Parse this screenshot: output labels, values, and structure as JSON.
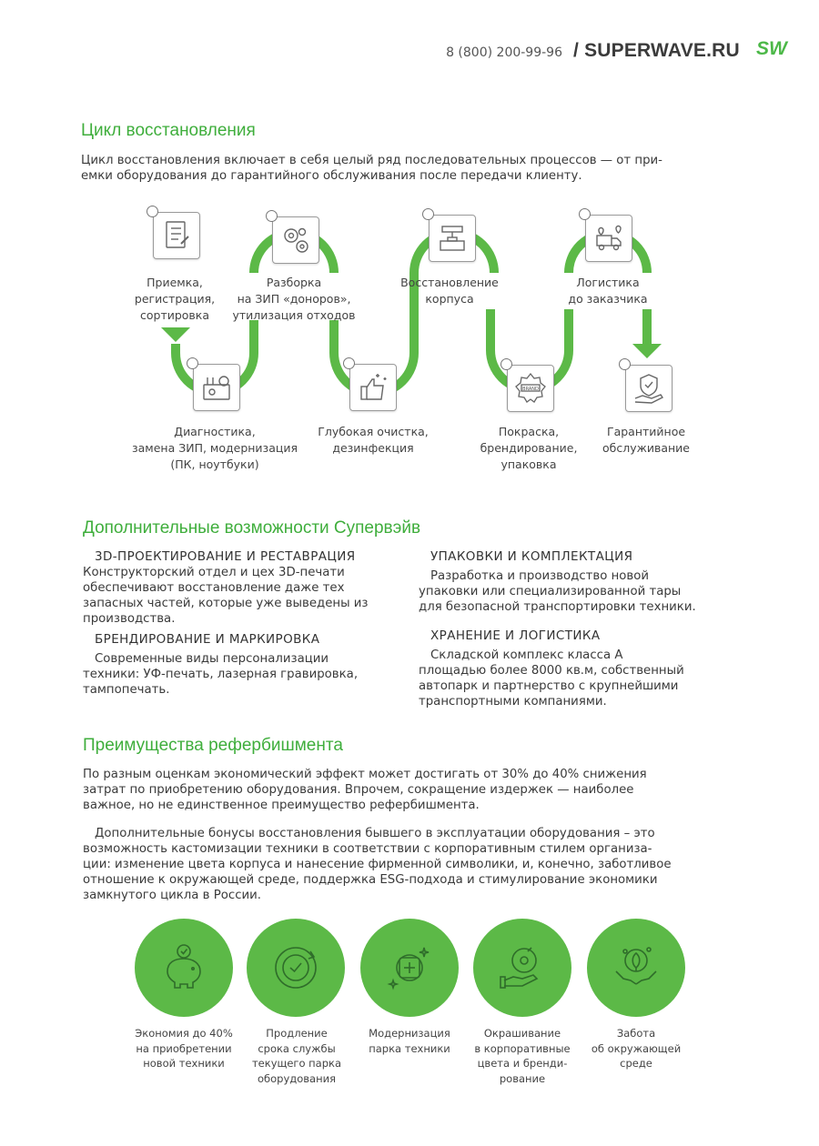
{
  "header": {
    "phone": "8 (800) 200-99-96",
    "site": "/ SUPERWAVE.RU",
    "logo": "SW"
  },
  "cycle": {
    "title": "Цикл восстановления",
    "intro_line1": "Цикл восстановления включает в себя целый ряд последовательных процессов — от при-",
    "intro_line2": "емки оборудования до гарантийного обслуживания после передачи клиенту.",
    "steps": [
      {
        "icon": "clipboard-checklist-icon",
        "lines": [
          "Приемка,",
          "регистрация,",
          "сортировка"
        ]
      },
      {
        "icon": "toolbox-diagnostics-icon",
        "lines": [
          "Диагностика,",
          "замена ЗИП, модернизация",
          "(ПК, ноутбуки)"
        ]
      },
      {
        "icon": "gears-icon",
        "lines": [
          "Разборка",
          "на ЗИП «донoров»,",
          "утилизация отходов"
        ]
      },
      {
        "icon": "thumbs-up-sparkle-icon",
        "lines": [
          "Глубокая очистка,",
          "дезинфекция"
        ]
      },
      {
        "icon": "3d-printer-icon",
        "lines": [
          "Восстановление",
          "корпуса"
        ]
      },
      {
        "icon": "brand-seal-icon",
        "lines": [
          "Покраска,",
          "брендирование,",
          "упаковка"
        ]
      },
      {
        "icon": "delivery-truck-icon",
        "lines": [
          "Логистика",
          "до заказчика"
        ]
      },
      {
        "icon": "shield-hand-icon",
        "lines": [
          "Гарантийное",
          "обслуживание"
        ]
      }
    ],
    "accent": "#5cb947"
  },
  "extra": {
    "title": "Дополнительные возможности Супервэйв",
    "items": [
      {
        "title": "3D-ПРОЕКТИРОВАНИЕ  И РЕСТАВРАЦИЯ",
        "lines": [
          "Конструкторский отдел и цех 3D-печати",
          "обеспечивают восстановление даже тех",
          "запасных частей, которые уже выведены из",
          "производства."
        ]
      },
      {
        "title": "БРЕНДИРОВАНИЕ И МАРКИРОВКА",
        "lines": [
          "Современные виды персонализации",
          "техники: УФ-печать, лазерная гравировка,",
          "тампопечать."
        ]
      },
      {
        "title": "УПАКОВКИ И КОМПЛЕКТАЦИЯ",
        "lines": [
          "Разработка и производство новой",
          "упаковки или специализированной тары",
          "для безопасной транспортировки техники."
        ]
      },
      {
        "title": "ХРАНЕНИЕ И ЛОГИСТИКА",
        "lines": [
          "Складской комплекс класса А",
          "площадью более 8000 кв.м, собственный",
          "автопарк и партнерство с крупнейшими",
          "транспортными компаниями."
        ]
      }
    ]
  },
  "advantages": {
    "title": "Преимущества рефербишмента",
    "p1": [
      "По разным оценкам экономический эффект может достигать от 30% до 40% снижения",
      "затрат по приобретению оборудования. Впрочем, сокращение издержек — наиболее",
      "важное, но не единственное преимущество рефербишмента."
    ],
    "p2": [
      "Дополнительные бонусы восстановления бывшего в эксплуатации оборудования – это",
      "возможность кастомизации техники в соответствии с корпоративным стилем организа-",
      "ции: изменение цвета корпуса и нанесение фирменной символики, и, конечно, заботливое",
      "отношение к окружающей среде, поддержка ESG-подхода и стимулирование экономики",
      "замкнутого цикла в России."
    ],
    "benefits": [
      {
        "icon": "piggy-bank-icon",
        "lines": [
          "Экономия до 40%",
          "на приобретении",
          "новой техники"
        ]
      },
      {
        "icon": "clock-cycle-icon",
        "lines": [
          "Продление",
          "срока службы",
          "текущего парка",
          "оборудования"
        ]
      },
      {
        "icon": "plus-sparkle-icon",
        "lines": [
          "Модернизация",
          "парка техники"
        ]
      },
      {
        "icon": "hand-palette-icon",
        "lines": [
          "Окрашивание",
          "в корпоративные",
          "цвета и бренди-",
          "рование"
        ]
      },
      {
        "icon": "hands-leaf-icon",
        "lines": [
          "Забота",
          "об окружающей",
          "среде"
        ]
      }
    ]
  }
}
